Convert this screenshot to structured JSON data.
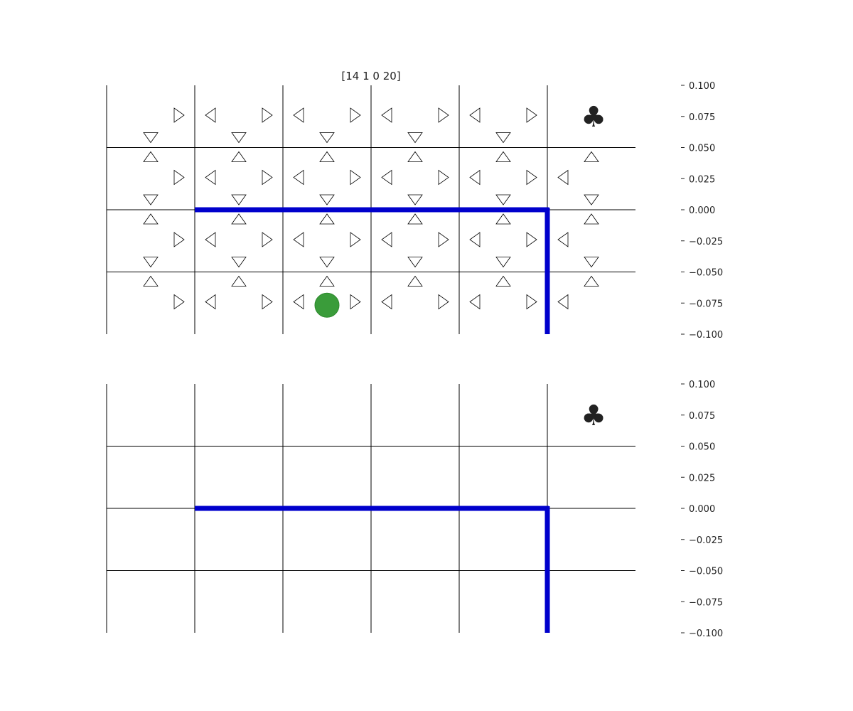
{
  "title": "[14 1 0 20]",
  "colors": {
    "wall": "#0000cc",
    "agent": "#3a9c3a",
    "goal": "#f6b93b",
    "grid": "#000000"
  },
  "grid": {
    "rows": 4,
    "cols": 6
  },
  "goal": {
    "row": 0,
    "col": 5,
    "glyph": "♣",
    "icon": "club-icon"
  },
  "agent": {
    "row": 3,
    "col": 2,
    "icon": "green-circle-agent"
  },
  "walls": {
    "horizontal": [
      {
        "row_boundary": 2,
        "col_from": 1,
        "col_to": 5
      }
    ],
    "vertical": [
      {
        "col_boundary": 5,
        "row_from": 2,
        "row_to": 4
      }
    ]
  },
  "arrow_glyphs": {
    "up": "△",
    "down": "▽",
    "left": "◁",
    "right": "▷"
  },
  "arrows": [
    [
      "right,down",
      "left,right,down",
      "left,right,down",
      "left,right,down",
      "left,right,down",
      ""
    ],
    [
      "up,right,down",
      "up,left,right,down",
      "up,left,right,down",
      "up,left,right,down",
      "up,left,right,down",
      "up,left,down"
    ],
    [
      "up,right,down",
      "up,left,right,down",
      "up,left,right,down",
      "up,left,right,down",
      "up,left,right,down",
      "up,left,down"
    ],
    [
      "up,right",
      "up,left,right",
      "up,left,right",
      "up,left,right",
      "up,left,right",
      "up,left"
    ]
  ],
  "yaxis": {
    "ticks": [
      "0.100",
      "0.075",
      "0.050",
      "0.025",
      "0.000",
      "−0.025",
      "−0.050",
      "−0.075",
      "−0.100"
    ]
  },
  "panels": [
    {
      "name": "policy-panel",
      "show_arrows": true,
      "show_agent": true
    },
    {
      "name": "environment-panel",
      "show_arrows": false,
      "show_agent": false
    }
  ]
}
